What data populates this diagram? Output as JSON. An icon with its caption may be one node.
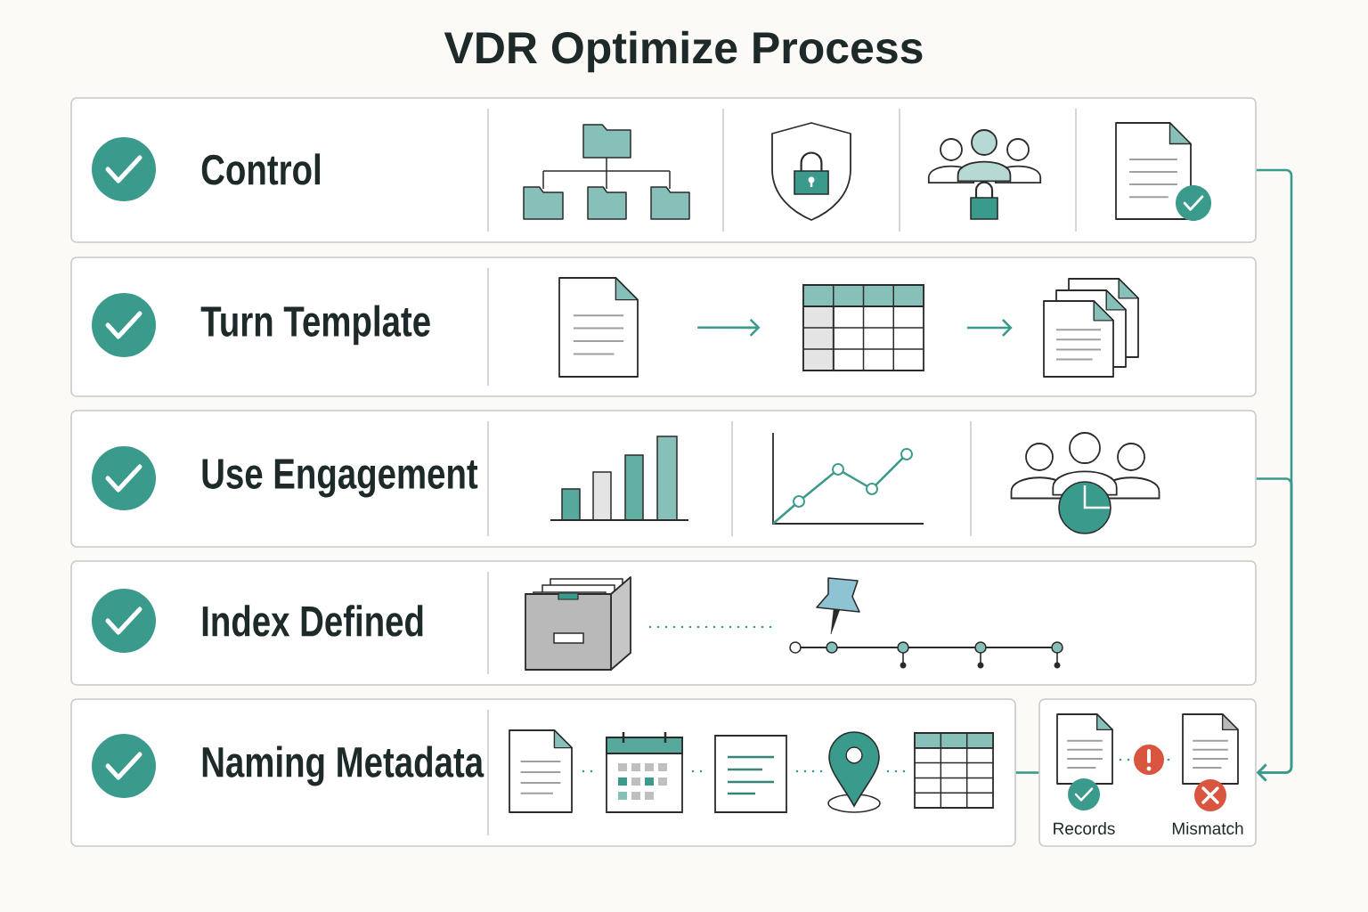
{
  "diagram": {
    "title": "VDR Optimize Process",
    "nodes": [
      {
        "text": [
          "Control"
        ]
      },
      {
        "text": [
          "Turn Template"
        ]
      },
      {
        "text": [],
        "shape": "picture",
        "in": 1
      },
      {
        "text": [],
        "shape": "picture",
        "in": 1
      },
      {
        "text": [],
        "shape": "picture",
        "in": 1
      },
      {
        "text": [
          "Use Engagement"
        ]
      },
      {
        "text": [
          "Index Defined"
        ]
      },
      {
        "text": [
          "Naming Metadata"
        ]
      },
      {
        "text": [
          "Records",
          "Mismatch"
        ]
      }
    ],
    "edges": [
      {
        "from": 2,
        "to": 3,
        "arrow": "to"
      },
      {
        "from": 3,
        "to": 4,
        "arrow": "to"
      },
      {
        "from": 0,
        "to": 8,
        "arrow": "to"
      },
      {
        "from": 5,
        "to": 8,
        "arrow": "to"
      },
      {
        "from": 7,
        "to": 8,
        "arrow": "none"
      }
    ]
  }
}
